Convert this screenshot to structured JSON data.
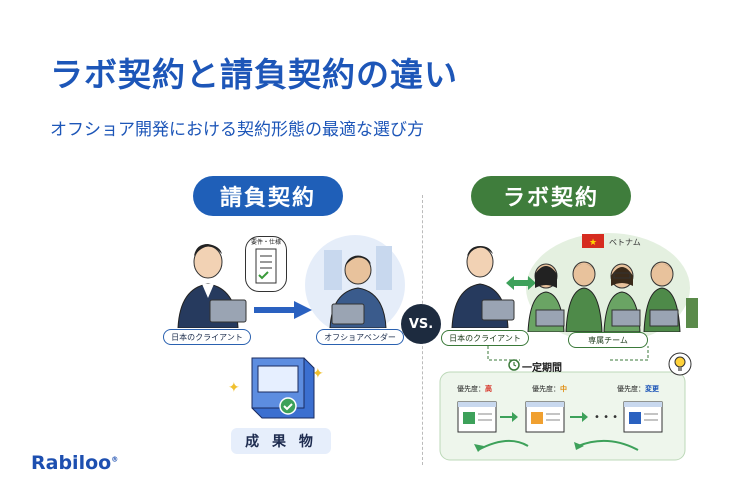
{
  "title": "ラボ契約と請負契約の違い",
  "subtitle": "オフショア開発における契約形態の最適な選び方",
  "left": {
    "heading": "請負契約",
    "bubble_label": "要件・仕様",
    "client_label": "日本のクライアント",
    "vendor_label": "オフショアベンダー",
    "deliverable_label": "成 果 物"
  },
  "vs_label": "VS.",
  "right": {
    "heading": "ラボ契約",
    "country_label": "ベトナム",
    "client_label": "日本のクライアント",
    "team_label": "専属チーム",
    "period_label": "一定期間",
    "priorities": [
      {
        "prefix": "優先度：",
        "level": "高"
      },
      {
        "prefix": "優先度：",
        "level": "中"
      },
      {
        "prefix": "優先度：",
        "level": "変更"
      }
    ]
  },
  "colors": {
    "brand_blue": "#1d56b8",
    "contract_blue": "#1f5fb8",
    "lab_green": "#3f7d3c",
    "priority_high": "#d62c20",
    "priority_mid": "#e08d10",
    "priority_change": "#1d56b8"
  },
  "logo": {
    "text": "Rabiloo",
    "mark": "®"
  }
}
